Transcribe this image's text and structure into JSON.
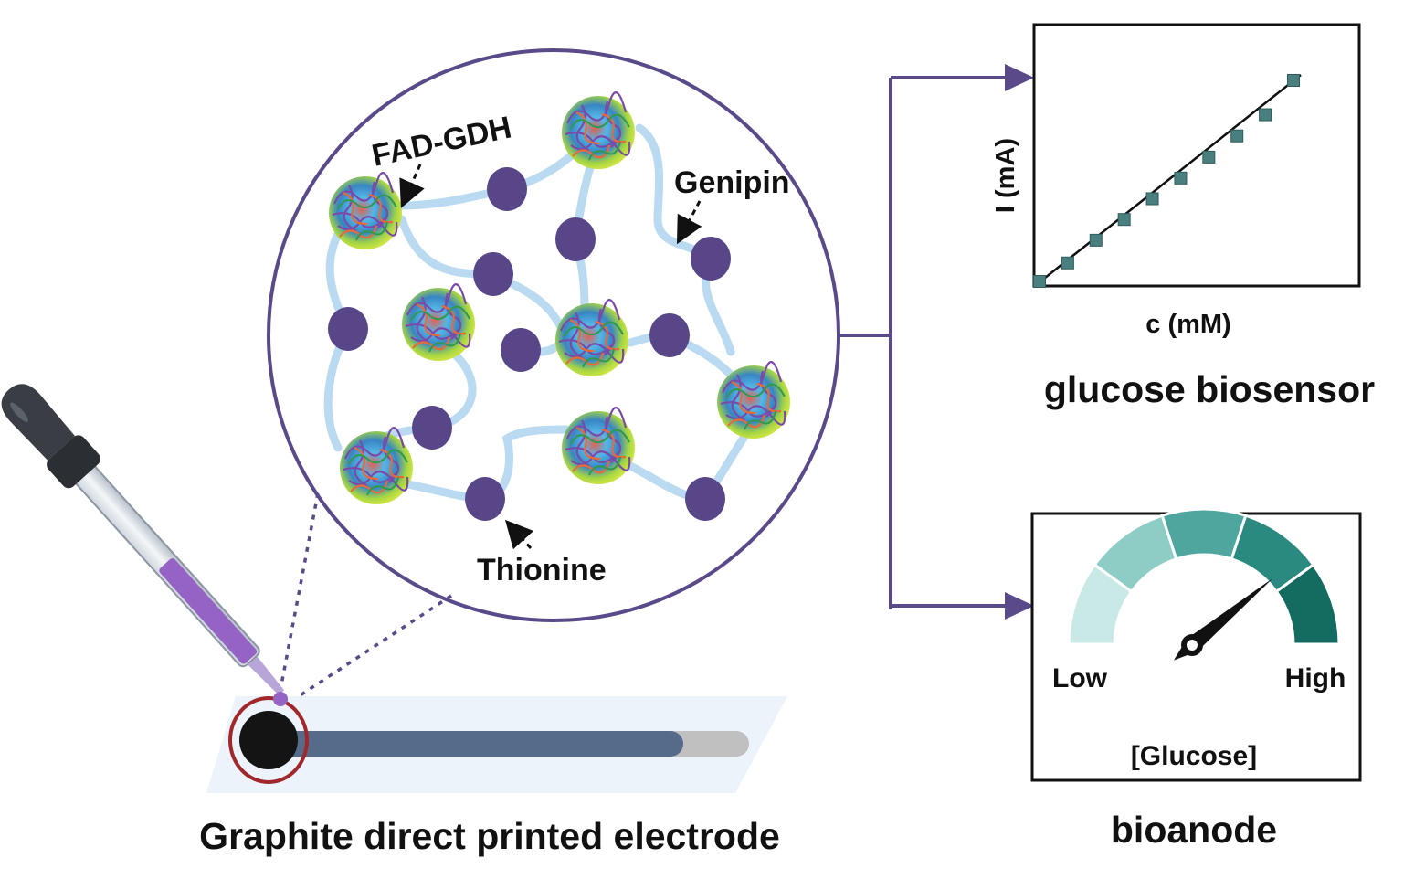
{
  "labels": {
    "enzyme": "FAD-GDH",
    "crosslinker": "Genipin",
    "mediator": "Thionine",
    "electrode_caption": "Graphite direct printed electrode",
    "sensor_caption": "glucose biosensor",
    "anode_caption": "bioanode"
  },
  "sensor_plot": {
    "ylabel": "I (mA)",
    "xlabel": "c (mM)"
  },
  "gauge": {
    "low_label": "Low",
    "high_label": "High",
    "quantity_label": "[Glucose]",
    "needle_fraction": 0.78
  },
  "colors": {
    "network_line": "#b9daf1",
    "network_node": "#584688",
    "frame": "#5a4a8a",
    "electrode_rim": "#a0282a",
    "electrode_track": "#566b8a",
    "dropper_liquid": "#9463c4",
    "marker": "#4a7f7f",
    "gauge_segments": [
      "#c9e9e6",
      "#8dcdc6",
      "#4fa69f",
      "#2a8a80",
      "#146b60"
    ]
  },
  "chart_data": {
    "type": "line",
    "title": "",
    "xlabel": "c (mM)",
    "ylabel": "I (mA)",
    "x": [
      0,
      1,
      2,
      3,
      4,
      5,
      6,
      7,
      8,
      9
    ],
    "values": [
      0,
      0.83,
      1.85,
      2.78,
      3.71,
      4.64,
      5.58,
      6.53,
      7.48,
      9.02
    ],
    "xlim": [
      0,
      10
    ],
    "ylim": [
      0,
      10
    ],
    "grid": false,
    "legend": "none"
  }
}
